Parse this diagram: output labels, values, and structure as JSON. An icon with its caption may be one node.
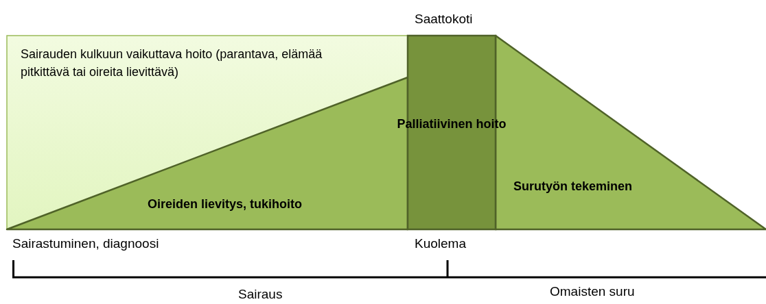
{
  "diagram": {
    "nodes": [
      {
        "text": [
          "Sairauden kulkuun vaikuttava hoito (parantava, elämää pitkittävä tai oireita lievittävä)"
        ]
      },
      {
        "text": [
          "Oireiden lievitys, tukihoito"
        ],
        "in": 0
      },
      {
        "text": [
          "Saattokoti",
          "Palliatiivinen hoito"
        ]
      },
      {
        "text": [
          "Surutyön tekeminen"
        ]
      }
    ],
    "edges": [],
    "labels": [
      "Sairastuminen, diagnoosi",
      "Kuolema",
      "Sairaus",
      "Omaisten suru"
    ]
  }
}
